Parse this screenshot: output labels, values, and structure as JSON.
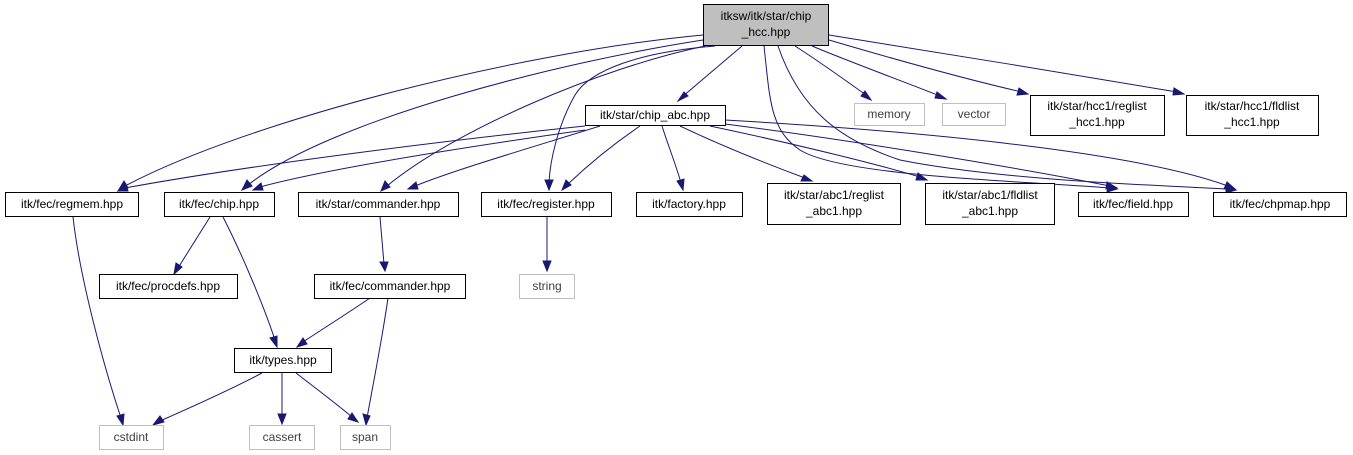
{
  "graph": {
    "nodes": {
      "root": {
        "lines": [
          "itksw/itk/star/chip",
          "_hcc.hpp"
        ],
        "kind": "root"
      },
      "chip_abc": {
        "lines": [
          "itk/star/chip_abc.hpp"
        ],
        "kind": "internal"
      },
      "memory": {
        "lines": [
          "memory"
        ],
        "kind": "external"
      },
      "vector": {
        "lines": [
          "vector"
        ],
        "kind": "external"
      },
      "reglist_hcc1": {
        "lines": [
          "itk/star/hcc1/reglist",
          "_hcc1.hpp"
        ],
        "kind": "internal"
      },
      "fldlist_hcc1": {
        "lines": [
          "itk/star/hcc1/fldlist",
          "_hcc1.hpp"
        ],
        "kind": "internal"
      },
      "regmem": {
        "lines": [
          "itk/fec/regmem.hpp"
        ],
        "kind": "internal"
      },
      "chip": {
        "lines": [
          "itk/fec/chip.hpp"
        ],
        "kind": "internal"
      },
      "star_commander": {
        "lines": [
          "itk/star/commander.hpp"
        ],
        "kind": "internal"
      },
      "register": {
        "lines": [
          "itk/fec/register.hpp"
        ],
        "kind": "internal"
      },
      "factory": {
        "lines": [
          "itk/factory.hpp"
        ],
        "kind": "internal"
      },
      "reglist_abc1": {
        "lines": [
          "itk/star/abc1/reglist",
          "_abc1.hpp"
        ],
        "kind": "internal"
      },
      "fldlist_abc1": {
        "lines": [
          "itk/star/abc1/fldlist",
          "_abc1.hpp"
        ],
        "kind": "internal"
      },
      "field": {
        "lines": [
          "itk/fec/field.hpp"
        ],
        "kind": "internal"
      },
      "chpmap": {
        "lines": [
          "itk/fec/chpmap.hpp"
        ],
        "kind": "internal"
      },
      "procdefs": {
        "lines": [
          "itk/fec/procdefs.hpp"
        ],
        "kind": "internal"
      },
      "fec_commander": {
        "lines": [
          "itk/fec/commander.hpp"
        ],
        "kind": "internal"
      },
      "string": {
        "lines": [
          "string"
        ],
        "kind": "external"
      },
      "types": {
        "lines": [
          "itk/types.hpp"
        ],
        "kind": "internal"
      },
      "cstdint": {
        "lines": [
          "cstdint"
        ],
        "kind": "external"
      },
      "cassert": {
        "lines": [
          "cassert"
        ],
        "kind": "external"
      },
      "span": {
        "lines": [
          "span"
        ],
        "kind": "external"
      }
    },
    "edges": [
      [
        "root",
        "chip_abc"
      ],
      [
        "root",
        "memory"
      ],
      [
        "root",
        "vector"
      ],
      [
        "root",
        "reglist_hcc1"
      ],
      [
        "root",
        "fldlist_hcc1"
      ],
      [
        "root",
        "regmem"
      ],
      [
        "root",
        "chip"
      ],
      [
        "root",
        "star_commander"
      ],
      [
        "root",
        "register"
      ],
      [
        "root",
        "field"
      ],
      [
        "root",
        "chpmap"
      ],
      [
        "chip_abc",
        "regmem"
      ],
      [
        "chip_abc",
        "chip"
      ],
      [
        "chip_abc",
        "star_commander"
      ],
      [
        "chip_abc",
        "register"
      ],
      [
        "chip_abc",
        "factory"
      ],
      [
        "chip_abc",
        "reglist_abc1"
      ],
      [
        "chip_abc",
        "fldlist_abc1"
      ],
      [
        "chip_abc",
        "field"
      ],
      [
        "chip_abc",
        "chpmap"
      ],
      [
        "regmem",
        "cstdint"
      ],
      [
        "chip",
        "procdefs"
      ],
      [
        "chip",
        "types"
      ],
      [
        "star_commander",
        "fec_commander"
      ],
      [
        "register",
        "string"
      ],
      [
        "fec_commander",
        "types"
      ],
      [
        "fec_commander",
        "span"
      ],
      [
        "types",
        "cstdint"
      ],
      [
        "types",
        "cassert"
      ],
      [
        "types",
        "span"
      ]
    ]
  }
}
